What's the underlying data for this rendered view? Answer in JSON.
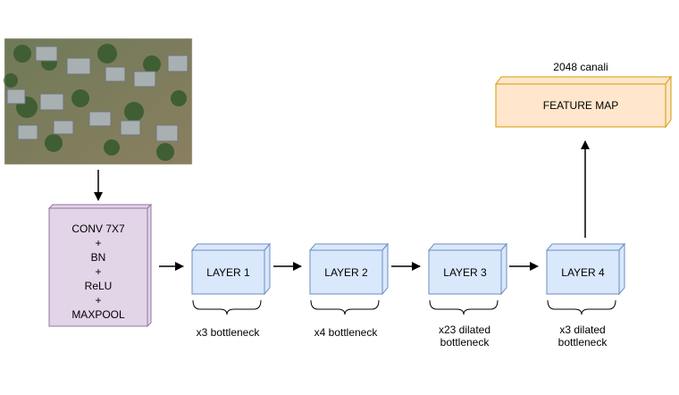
{
  "diagram": {
    "stem_block": {
      "lines": [
        "CONV 7X7",
        "+",
        "BN",
        "+",
        "ReLU",
        "+",
        "MAXPOOL"
      ],
      "fill": "#e1d5e7",
      "stroke": "#9673a6"
    },
    "layers": [
      {
        "label": "LAYER 1",
        "caption": [
          "x3 bottleneck"
        ]
      },
      {
        "label": "LAYER 2",
        "caption": [
          "x4 bottleneck"
        ]
      },
      {
        "label": "LAYER 3",
        "caption": [
          "x23 dilated",
          "bottleneck"
        ]
      },
      {
        "label": "LAYER 4",
        "caption": [
          "x3 dilated",
          "bottleneck"
        ]
      }
    ],
    "layer_fill": "#dae8fc",
    "layer_stroke": "#6c8ebf",
    "feature_map": {
      "label": "FEATURE MAP",
      "caption": "2048 canali",
      "fill": "#ffe6cc",
      "stroke": "#d79b00"
    },
    "input_image": {
      "description_icon": "aerial-flooded-houses-photo"
    }
  }
}
